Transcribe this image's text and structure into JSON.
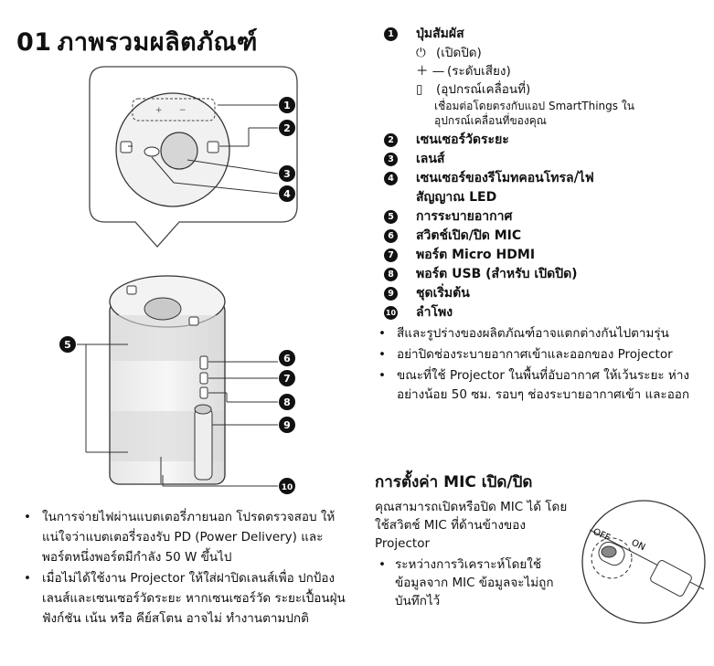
{
  "title": {
    "number": "01",
    "text": "ภาพรวมผลิตภัณฑ์"
  },
  "figure": {
    "top_callouts": [
      "1",
      "2",
      "3",
      "4"
    ],
    "body_callouts": [
      "5",
      "6",
      "7",
      "8",
      "9",
      "10"
    ],
    "top_marks": {
      "plus": "+",
      "minus": "−"
    }
  },
  "parts": [
    {
      "num": "1",
      "label": "ปุ่มสัมผัส"
    },
    {
      "num": "2",
      "label": "เซนเซอร์วัดระยะ"
    },
    {
      "num": "3",
      "label": "เลนส์"
    },
    {
      "num": "4",
      "label": "เซนเซอร์ของรีโมทคอนโทรล/ไฟ"
    },
    {
      "num": "5",
      "label": "การระบายอากาศ"
    },
    {
      "num": "6",
      "label": "สวิตช์เปิด/ปิด MIC"
    },
    {
      "num": "7",
      "label": "พอร์ต Micro HDMI"
    },
    {
      "num": "8",
      "label": "พอร์ต USB (สำหรับ เปิดปิด)"
    },
    {
      "num": "9",
      "label": "ชุดเริ่มต้น"
    },
    {
      "num": "10",
      "label": "ลำโพง"
    }
  ],
  "part4_line2": "สัญญาณ LED",
  "touch_buttons": [
    {
      "icon": "power-icon",
      "glyph": "⏻",
      "text": "(เปิดปิด)"
    },
    {
      "icon": "volume-icon",
      "glyph": "＋ —",
      "text": "(ระดับเสียง)"
    },
    {
      "icon": "mobile-icon",
      "glyph": "▯",
      "text": "(อุปกรณ์เคลื่อนที่)"
    }
  ],
  "mobile_desc": [
    "เชื่อมต่อโดยตรงกับแอป SmartThings ใน",
    "อุปกรณ์เคลื่อนที่ของคุณ"
  ],
  "right_bullets": [
    "สีและรูปร่างของผลิตภัณฑ์อาจแตกต่างกันไปตามรุ่น",
    "อย่าปิดช่องระบายอากาศเข้าและออกของ Projector",
    "ขณะที่ใช้ Projector ในพื้นที่อับอากาศ ให้เว้นระยะ ห่างอย่างน้อย 50 ซม. รอบๆ ช่องระบายอากาศเข้า และออก"
  ],
  "left_bullets": [
    "ในการจ่ายไฟผ่านแบตเตอรี่ภายนอก โปรดตรวจสอบ ให้แน่ใจว่าแบตเตอรี่รองรับ PD (Power Delivery) และพอร์ตหนึ่งพอร์ตมีกำลัง 50 W ขึ้นไป",
    "เมื่อไม่ได้ใช้งาน Projector ให้ใส่ฝาปิดเลนส์เพื่อ ปกป้องเลนส์และเซนเซอร์วัดระยะ หากเซนเซอร์วัด ระยะเปื้อนฝุ่น ฟังก์ชัน เน้น หรือ คีย์สโตน อาจไม่ ทำงานตามปกติ"
  ],
  "mic_section": {
    "heading": "การตั้งค่า MIC เปิด/ปิด",
    "intro": "คุณสามารถเปิดหรือปิด MIC ได้ โดยใช้สวิตช์ MIC ที่ด้านข้างของ Projector",
    "bullet": "ระหว่างการวิเคราะห์โดยใช้ ข้อมูลจาก MIC ข้อมูลจะไม่ถูก บันทึกไว้",
    "off_label": "OFF",
    "on_label": "ON"
  }
}
